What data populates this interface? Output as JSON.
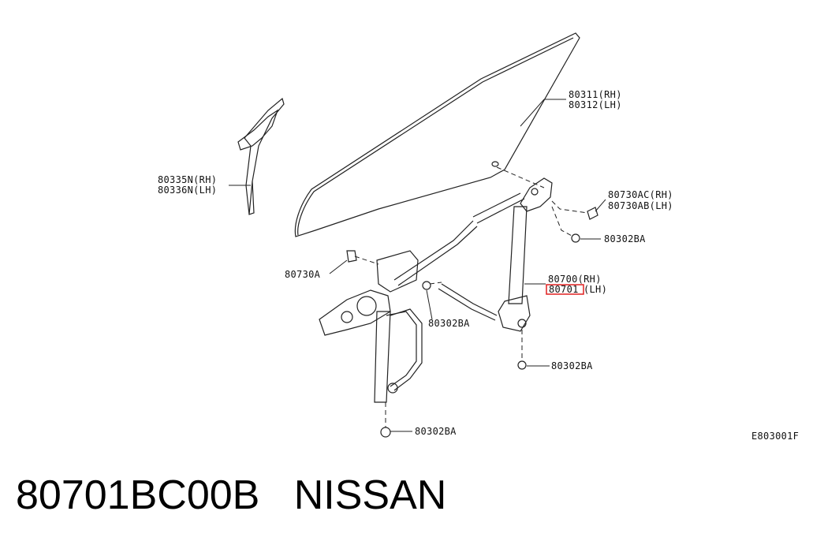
{
  "labels": {
    "glass_rh": "80311(RH)",
    "glass_lh": "80312(LH)",
    "sash_rh": "80335N(RH)",
    "sash_lh": "80336N(LH)",
    "bolt_ac_rh": "80730AC(RH)",
    "bolt_ab_lh": "80730AB(LH)",
    "nut_upper_right": "80302BA",
    "bolt_a": "80730A",
    "regulator_rh": "80700(RH)",
    "regulator_lh_num": "80701",
    "regulator_lh_suffix": "(LH)",
    "nut_center": "80302BA",
    "nut_lower_right": "80302BA",
    "nut_bottom": "80302BA"
  },
  "diagram_code": "E803001F",
  "caption": {
    "part_number": "80701BC00B",
    "brand": "NISSAN"
  },
  "colors": {
    "highlight": "#e02020"
  }
}
